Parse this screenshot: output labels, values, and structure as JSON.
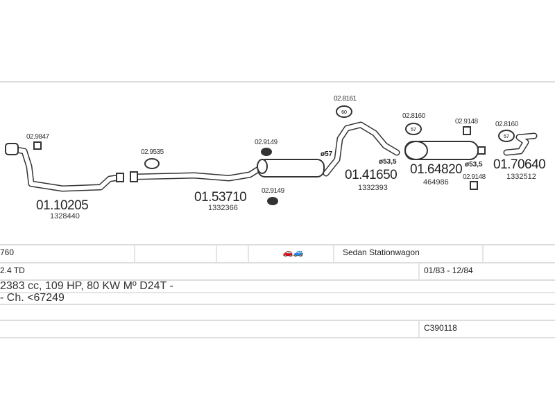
{
  "parts": [
    {
      "number": "01.10205",
      "oe": "1328440"
    },
    {
      "number": "01.53710",
      "oe": "1332366"
    },
    {
      "number": "01.41650",
      "oe": "1332393"
    },
    {
      "number": "01.64820",
      "oe": "464986"
    },
    {
      "number": "01.70640",
      "oe": "1332512"
    }
  ],
  "clamps": {
    "c1": "02.9847",
    "c2": "02.9535",
    "c3": "02.9149",
    "c4": "02.9149",
    "c5": "02.8161",
    "c6": "02.8160",
    "c7": "02.9148",
    "c8": "02.9148",
    "c9": "02.8160"
  },
  "diameters": {
    "d1": "ø57",
    "d2": "ø53,5",
    "d3": "ø53,5"
  },
  "clamp_sizes": {
    "s1": "60",
    "s2": "57",
    "s3": "57"
  },
  "table": {
    "model": "760",
    "body_types": "Sedan  Stationwagon",
    "engine": "2.4 TD",
    "years": "01/83 - 12/84",
    "specs": "2383 cc, 109 HP, 80 KW Mº D24T -",
    "chassis": "- Ch. <67249",
    "code": "C390118"
  }
}
